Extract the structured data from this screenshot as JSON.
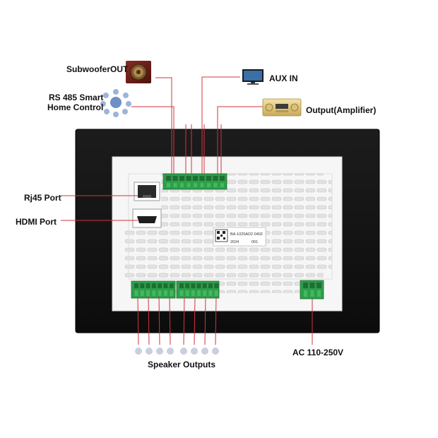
{
  "labels": {
    "subwoofer": "SubwooferOUT",
    "aux_in": "AUX IN",
    "rs485_line1": "RS 485 Smart",
    "rs485_line2": "Home Control",
    "output_amplifier": "Output(Amplifier)",
    "rj45": "Rj45 Port",
    "hdmi": "HDMI Port",
    "ac": "AC 110-250V",
    "speaker_outputs": "Speaker Outputs"
  },
  "device_sticker": {
    "model": "BA-1025AD2 0402",
    "year": "2024",
    "serial": "001"
  },
  "icons": {
    "subwoofer": "subwoofer-speaker-icon",
    "aux_in": "monitor-icon",
    "rs485": "smart-home-network-icon",
    "output_amplifier": "amplifier-receiver-icon",
    "speaker_dots": "speaker-output-dot-icon"
  },
  "colors": {
    "callout_line": "#d0353f",
    "terminal_green": "#2e9e4a",
    "frame_black": "#141414",
    "panel_white": "#f6f6f6"
  }
}
